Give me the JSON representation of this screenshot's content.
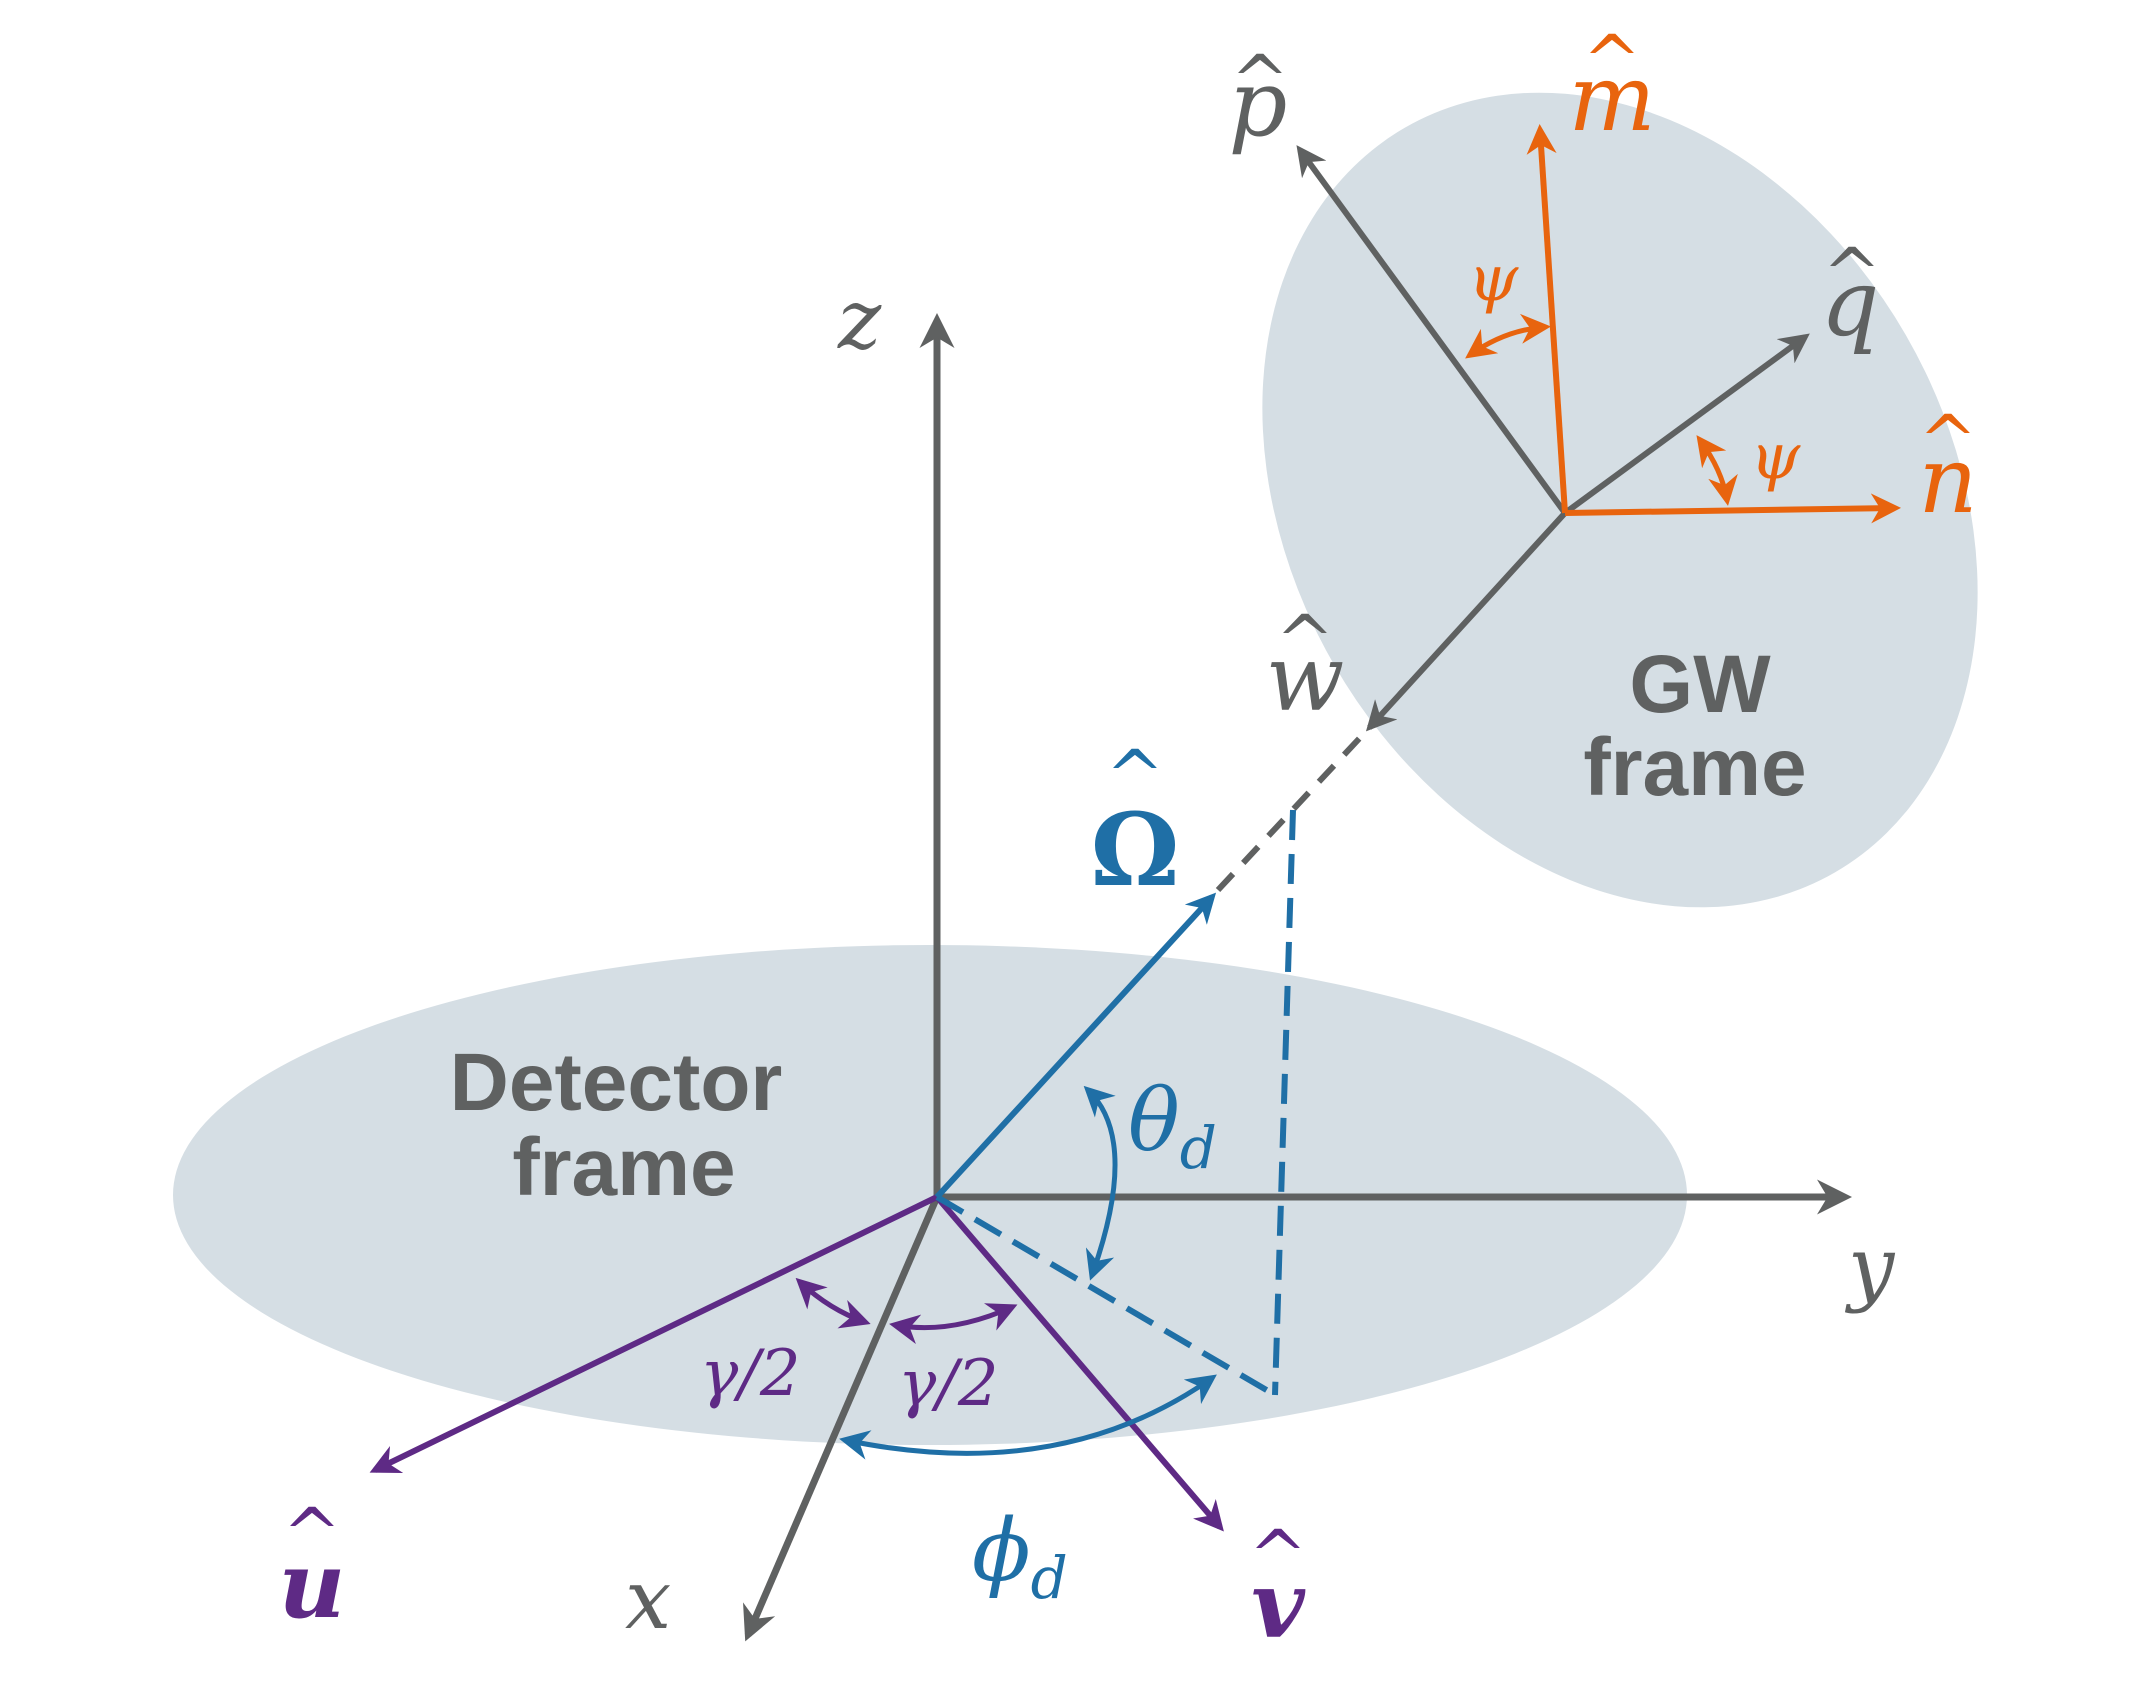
{
  "colors": {
    "gray": "#5f6161",
    "blue": "#1f6fa6",
    "purple": "#5e2a85",
    "orange": "#e8640e",
    "plane_fill": "#d5dee4"
  },
  "frames": {
    "detector": {
      "line1": "Detector",
      "line2": "frame"
    },
    "gw": {
      "line1": "GW",
      "line2": "frame"
    }
  },
  "axes": {
    "x": "x",
    "y": "y",
    "z": "z"
  },
  "vectors": {
    "u": "u",
    "v": "v",
    "omega": "Ω",
    "p": "p",
    "q": "q",
    "w": "w",
    "m": "m",
    "n": "n"
  },
  "hat_symbol": "^",
  "angles": {
    "theta": {
      "base": "θ",
      "sub": "d"
    },
    "phi": {
      "base": "ϕ",
      "sub": "d"
    },
    "gamma_half": "γ/2",
    "psi": "ψ"
  }
}
